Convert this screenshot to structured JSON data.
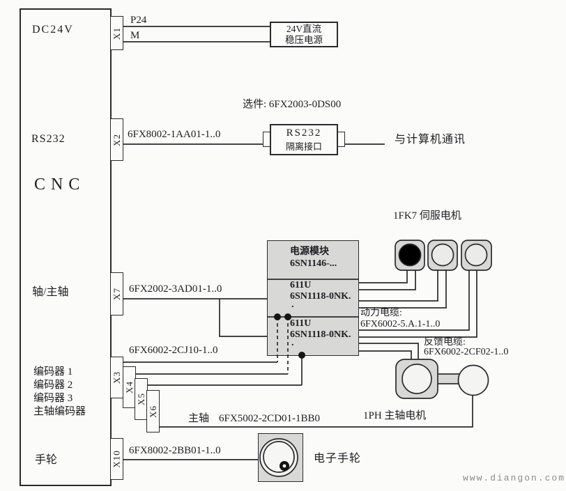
{
  "colors": {
    "ink": "#222222",
    "panel_grey": "#d8d8d6",
    "paper": "#fbfbf9",
    "watermark_grey": "#8c8c8c"
  },
  "cnc": {
    "title": "CNC",
    "ports": {
      "dc24v": "DC24V",
      "rs232": "RS232",
      "axis_spindle": "轴/主轴",
      "encoder1": "编码器 1",
      "encoder2": "编码器 2",
      "encoder3": "编码器 3",
      "spindle_encoder": "主轴编码器",
      "handwheel": "手轮"
    },
    "connectors": {
      "x1": "X1",
      "x2": "X2",
      "x7": "X7",
      "x3": "X3",
      "x4": "X4",
      "x5": "X5",
      "x6": "X6",
      "x10": "X10"
    }
  },
  "signals": {
    "p24": "P24",
    "m": "M"
  },
  "power_supply": {
    "line1": "24V直流",
    "line2": "稳压电源"
  },
  "rs232_interface": {
    "option_note": "选件: 6FX2003-0DS00",
    "cable": "6FX8002-1AA01-1..0",
    "line1": "RS232",
    "line2": "隔离接口",
    "destination": "与计算机通讯"
  },
  "axis_section": {
    "cable": "6FX2002-3AD01-1..0",
    "servo_title": "1FK7 伺服电机",
    "drive_module": {
      "power": {
        "line1": "电源模块",
        "line2": "6SN1146-..."
      },
      "drive1": {
        "line1": "611U",
        "line2": "6SN1118-0NK.",
        "line3": "."
      },
      "drive2": {
        "line1": "611U",
        "line2": "6SN1118-0NK.",
        "line3": "."
      }
    },
    "power_cable": {
      "title": "动力电缆:",
      "part": "6FX6002-5.A.1-1..0"
    },
    "feedback_cable": {
      "title": "反馈电缆:",
      "part": "6FX6002-2CF02-1..0"
    },
    "spindle_motor_label": "1PH 主轴电机"
  },
  "encoder_section": {
    "cable": "6FX6002-2CJ10-1..0",
    "spindle_prefix": "主轴",
    "spindle_cable": "6FX5002-2CD01-1BB0"
  },
  "handwheel_section": {
    "cable": "6FX8002-2BB01-1..0",
    "device": "电子手轮"
  },
  "watermark": "www.diangon.com"
}
